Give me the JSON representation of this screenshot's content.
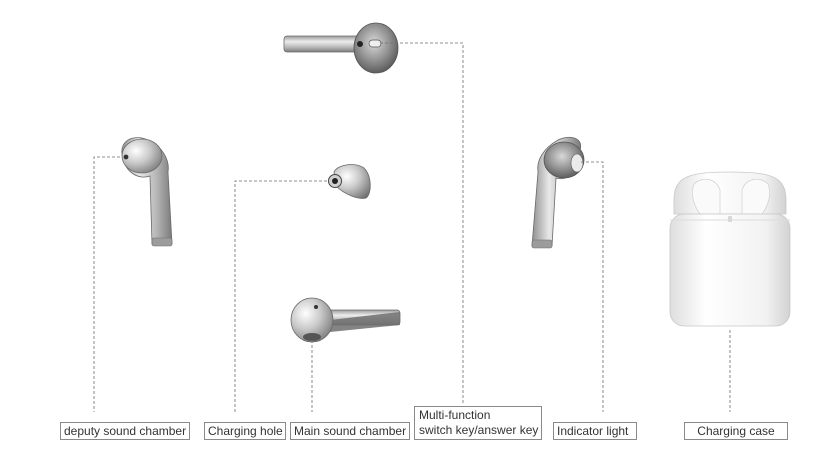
{
  "labels": {
    "deputy_sound_chamber": "deputy sound chamber",
    "charging_hole": "Charging hole",
    "main_sound_chamber": "Main sound chamber",
    "multifunction_line1": "Multi-function",
    "multifunction_line2": "switch key/answer key",
    "indicator_light": "Indicator light",
    "charging_case": "Charging case"
  },
  "colors": {
    "leader_line": "#6e6e6e",
    "label_border": "#8a8a8a",
    "label_text": "#333333",
    "earbud_body": "#bfbfbf",
    "case_body": "#f4f4f4"
  }
}
